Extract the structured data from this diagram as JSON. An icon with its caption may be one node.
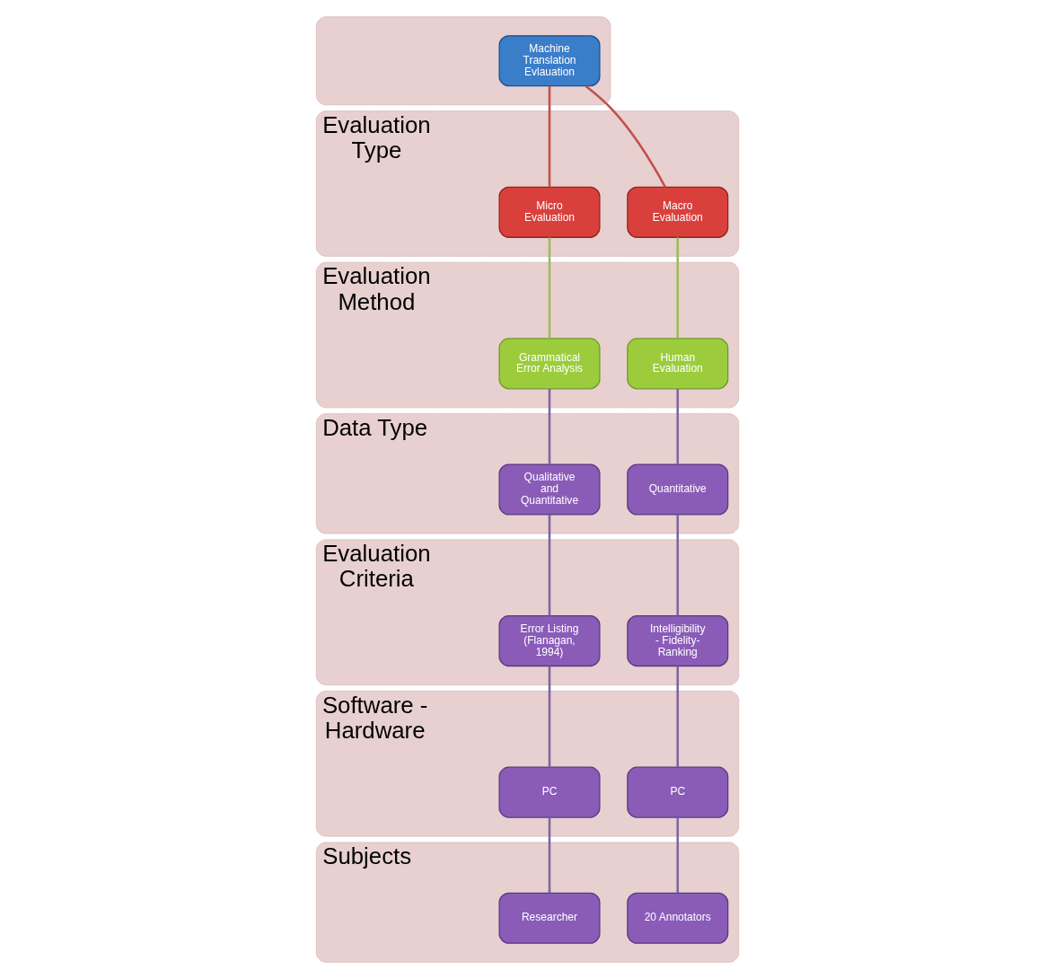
{
  "diagram": {
    "nodes": [
      {
        "text": [],
        "shape": "box"
      },
      {
        "text": [
          "Machine Translation Evlauation"
        ],
        "in": 0
      },
      {
        "text": [
          "Evaluation Type"
        ]
      },
      {
        "text": [
          "Micro Evaluation"
        ],
        "in": 2
      },
      {
        "text": [
          "Macro Evaluation"
        ],
        "in": 2
      },
      {
        "text": [
          "Evaluation Method"
        ]
      },
      {
        "text": [
          "Grammatical Error Analysis"
        ],
        "in": 5
      },
      {
        "text": [
          "Human Evaluation"
        ],
        "in": 5
      },
      {
        "text": [
          "Data Type"
        ]
      },
      {
        "text": [
          "Qualitative and Quantitative"
        ],
        "in": 8
      },
      {
        "text": [
          "Quantitative"
        ],
        "in": 8
      },
      {
        "text": [
          "Evaluation Criteria"
        ]
      },
      {
        "text": [
          "Error Listing (Flanagan, 1994)"
        ],
        "in": 11
      },
      {
        "text": [
          "Intelligibility - Fidelity- Ranking"
        ],
        "in": 11
      },
      {
        "text": [
          "Software - Hardware"
        ]
      },
      {
        "text": [
          "PC"
        ],
        "in": 14
      },
      {
        "text": [
          "PC"
        ],
        "in": 14
      },
      {
        "text": [
          "Subjects"
        ]
      },
      {
        "text": [
          "Researcher"
        ],
        "in": 17
      },
      {
        "text": [
          "20 Annotators"
        ],
        "in": 17
      }
    ],
    "edges": [
      {
        "from": 1,
        "to": 3,
        "arrow": "none",
        "color": "#c0504d"
      },
      {
        "from": 1,
        "to": 4,
        "arrow": "none",
        "color": "#c0504d"
      },
      {
        "from": 3,
        "to": 6,
        "arrow": "none",
        "color": "#9bbb59"
      },
      {
        "from": 4,
        "to": 7,
        "arrow": "none",
        "color": "#9bbb59"
      },
      {
        "from": 6,
        "to": 9,
        "arrow": "none"
      },
      {
        "from": 7,
        "to": 10,
        "arrow": "none"
      },
      {
        "from": 9,
        "to": 12,
        "arrow": "none"
      },
      {
        "from": 10,
        "to": 13,
        "arrow": "none"
      },
      {
        "from": 12,
        "to": 15,
        "arrow": "none"
      },
      {
        "from": 13,
        "to": 16,
        "arrow": "none"
      },
      {
        "from": 15,
        "to": 18,
        "arrow": "none"
      },
      {
        "from": 16,
        "to": 19,
        "arrow": "none"
      }
    ]
  }
}
